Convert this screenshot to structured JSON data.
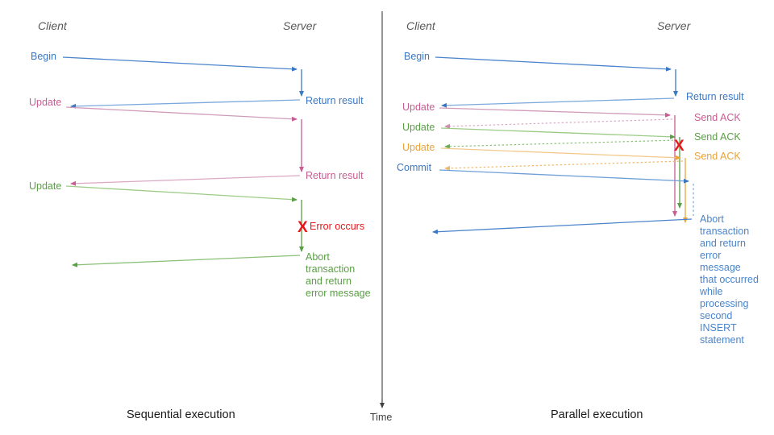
{
  "diagram": {
    "title_sequential": "Sequential execution",
    "title_parallel": "Parallel execution",
    "time_axis_label": "Time",
    "colors": {
      "blue": "#3a78c3",
      "blue_light": "#7aa9dd",
      "pink": "#c75d92",
      "pink_light": "#d9a0c0",
      "green": "#5a9e45",
      "green_light": "#9ccb86",
      "orange": "#e8a33d",
      "orange_light": "#f3c98b",
      "red": "#e8161a",
      "actor_gray": "#595959",
      "divider": "#404040"
    }
  },
  "left_panel": {
    "name": "sequential-execution",
    "caption": "Sequential execution",
    "actors": {
      "client": "Client",
      "server": "Server"
    },
    "client_messages": [
      {
        "label": "Begin",
        "color": "blue"
      },
      {
        "label": "Update",
        "color": "pink"
      },
      {
        "label": "Update",
        "color": "green"
      }
    ],
    "server_messages": [
      {
        "label": "Return result",
        "color": "blue"
      },
      {
        "label": "Return result",
        "color": "pink"
      }
    ],
    "error_marker": {
      "glyph": "X",
      "label": "Error occurs",
      "color": "red"
    },
    "abort_note": "Abort\ntransaction\nand return\nerror message"
  },
  "right_panel": {
    "name": "parallel-execution",
    "caption": "Parallel execution",
    "actors": {
      "client": "Client",
      "server": "Server"
    },
    "client_messages": [
      {
        "label": "Begin",
        "color": "blue"
      },
      {
        "label": "Update",
        "color": "pink"
      },
      {
        "label": "Update",
        "color": "green"
      },
      {
        "label": "Update",
        "color": "orange"
      },
      {
        "label": "Commit",
        "color": "blue"
      }
    ],
    "server_messages": [
      {
        "label": "Return result",
        "color": "blue"
      },
      {
        "label": "Send ACK",
        "color": "pink"
      },
      {
        "label": "Send ACK",
        "color": "green"
      },
      {
        "label": "Send ACK",
        "color": "orange"
      }
    ],
    "error_marker": {
      "glyph": "X",
      "label": "",
      "color": "red"
    },
    "abort_note": "Abort\ntransaction\nand return\nerror message\nthat occurred\nwhile\nprocessing\nsecond\nINSERT\nstatement"
  }
}
